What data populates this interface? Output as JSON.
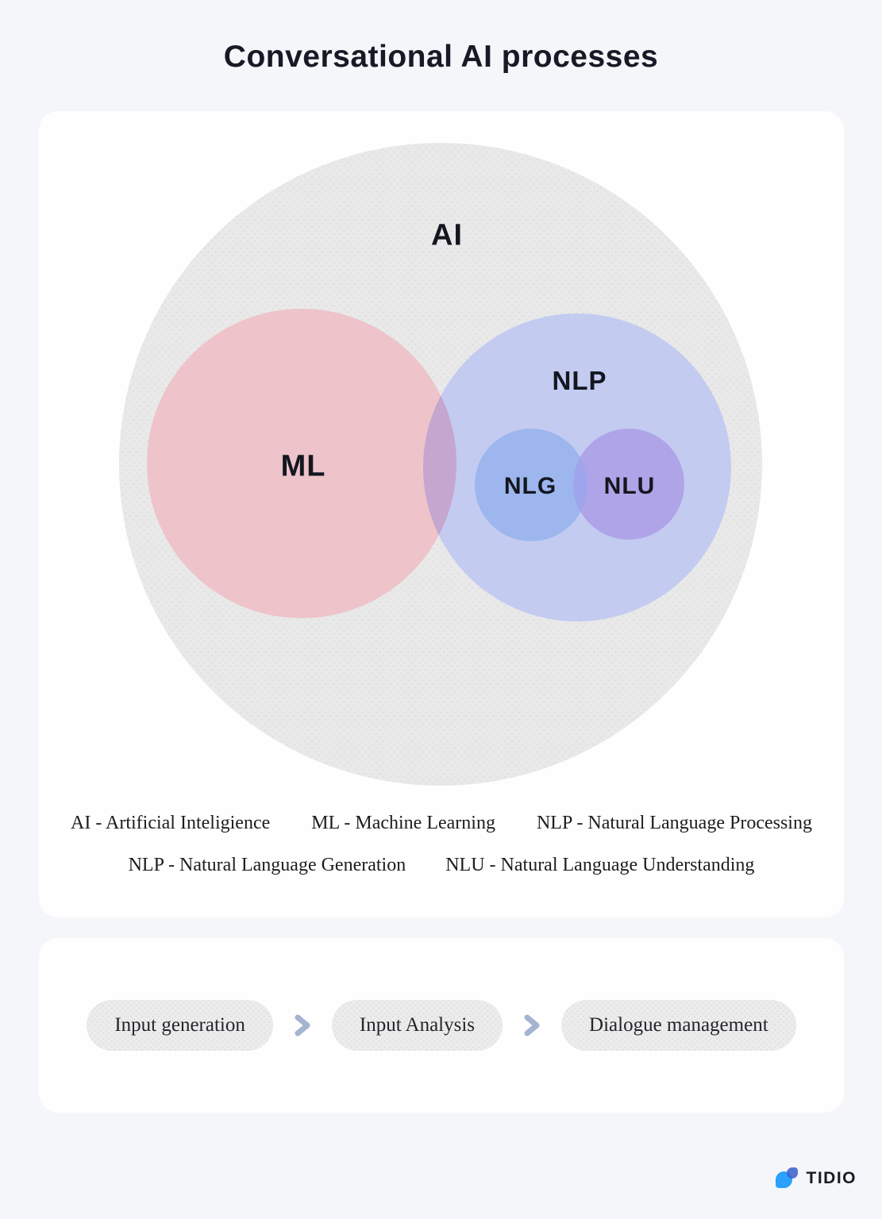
{
  "page": {
    "title": "Conversational AI processes",
    "background": "#f4f6f9",
    "card_background": "#fefefe"
  },
  "venn": {
    "labels": {
      "ai": "AI",
      "ml": "ML",
      "nlp": "NLP",
      "nlg": "NLG",
      "nlu": "NLU"
    },
    "colors": {
      "ai_circle": "#e9e9e9",
      "ai_dots": "#dedede",
      "ml_circle": "#eec3ca",
      "nlp_circle": "#c3cbf1",
      "ml_nlp_overlap": "#c4a6cf",
      "nlg_circle": "#9db6ee",
      "nlu_circle": "#b0a4e8",
      "nlg_nlu_overlap": "#9fa5ec",
      "label_text": "#14171f"
    }
  },
  "legend": {
    "row1": [
      "AI - Artificial Inteligience",
      "ML - Machine Learning",
      "NLP - Natural Language Processing"
    ],
    "row2": [
      "NLP - Natural Language Generation",
      "NLU - Natural Language Understanding"
    ]
  },
  "process": {
    "steps": [
      "Input generation",
      "Input Analysis",
      "Dialogue management"
    ],
    "chevron_icon": "chevron-right",
    "chevron_color": "#a6b4d2",
    "pill_background": "#ececec"
  },
  "footer": {
    "brand": "TIDIO",
    "icon_light_blue": "#2aa1fd",
    "icon_dark_blue": "#3a5ec9"
  }
}
